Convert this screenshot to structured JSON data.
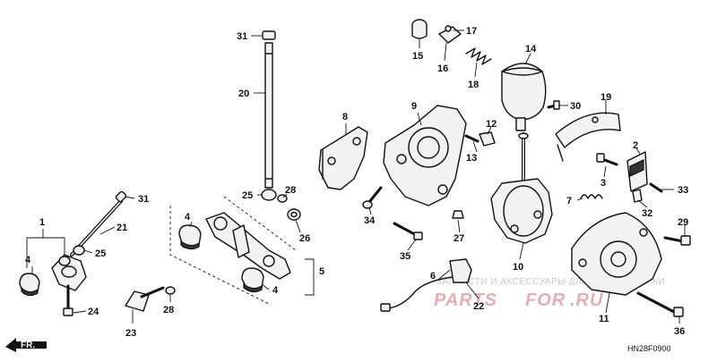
{
  "diagram": {
    "code": "HN28F0900",
    "front_marker": "FR.",
    "watermark": {
      "caption": "ЗАПЧАСТИ И АКСЕССУАРЫ ДЛЯ МОТОТЕХНИКИ",
      "logo_left": "PARTS",
      "logo_mid": "FOR",
      "logo_right": ".RU"
    },
    "callouts": {
      "c1": "1",
      "c2": "2",
      "c3": "3",
      "c4a": "4",
      "c4b": "4",
      "c4c": "4",
      "c5": "5",
      "c6": "6",
      "c7": "7",
      "c8": "8",
      "c9": "9",
      "c10": "10",
      "c11": "11",
      "c12": "12",
      "c13": "13",
      "c14": "14",
      "c15": "15",
      "c16": "16",
      "c17": "17",
      "c18": "18",
      "c19": "19",
      "c20": "20",
      "c21": "21",
      "c22": "22",
      "c23": "23",
      "c24": "24",
      "c25a": "25",
      "c25b": "25",
      "c26": "26",
      "c27": "27",
      "c28a": "28",
      "c28b": "28",
      "c29": "29",
      "c30": "30",
      "c31a": "31",
      "c31b": "31",
      "c32": "32",
      "c33": "33",
      "c34": "34",
      "c35": "35",
      "c36": "36"
    }
  }
}
